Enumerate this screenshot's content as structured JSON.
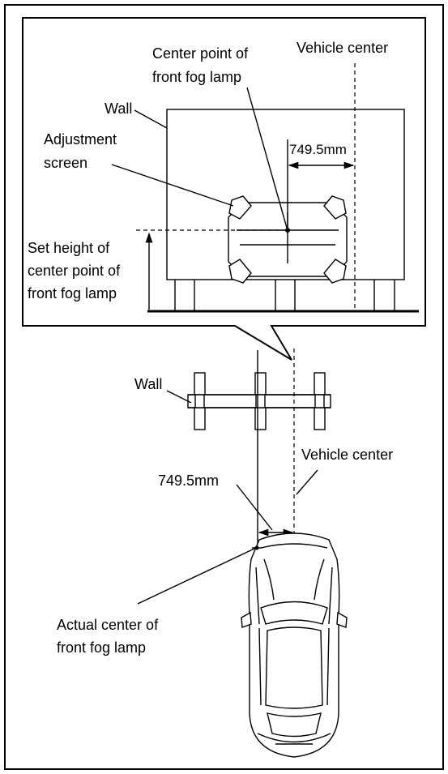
{
  "labels": {
    "top_center_point": [
      "Center point of",
      "front fog lamp"
    ],
    "top_vehicle_center": "Vehicle center",
    "top_wall": "Wall",
    "adjustment_screen": [
      "Adjustment",
      "screen"
    ],
    "top_dimension": "749.5mm",
    "set_height": [
      "Set height of",
      "center point of",
      "front fog lamp"
    ],
    "bottom_wall": "Wall",
    "bottom_vehicle_center": "Vehicle center",
    "bottom_dimension": "749.5mm",
    "actual_center": [
      "Actual center of",
      "front fog lamp"
    ]
  },
  "colors": {
    "line": "#000000",
    "background": "#ffffff"
  }
}
